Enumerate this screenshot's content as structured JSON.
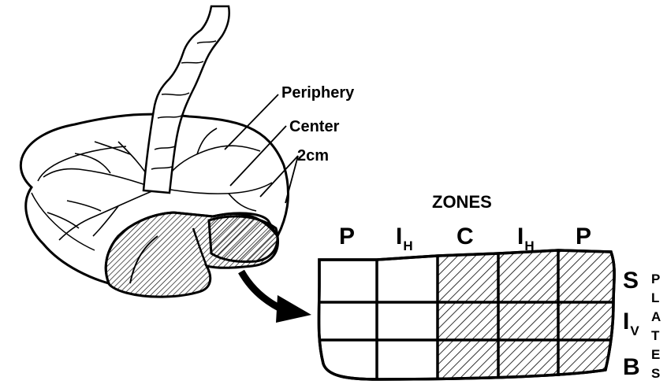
{
  "labels": {
    "periphery": "Periphery",
    "center": "Center",
    "two_cm": "2cm",
    "zones_title": "ZONES",
    "plates_vertical": [
      "P",
      "L",
      "A",
      "T",
      "E",
      "S"
    ]
  },
  "zones": [
    {
      "letter": "P",
      "sub": ""
    },
    {
      "letter": "I",
      "sub": "H"
    },
    {
      "letter": "C",
      "sub": ""
    },
    {
      "letter": "I",
      "sub": "H"
    },
    {
      "letter": "P",
      "sub": ""
    }
  ],
  "plates": [
    {
      "letter": "S",
      "sub": ""
    },
    {
      "letter": "I",
      "sub": "V"
    },
    {
      "letter": "B",
      "sub": ""
    }
  ]
}
